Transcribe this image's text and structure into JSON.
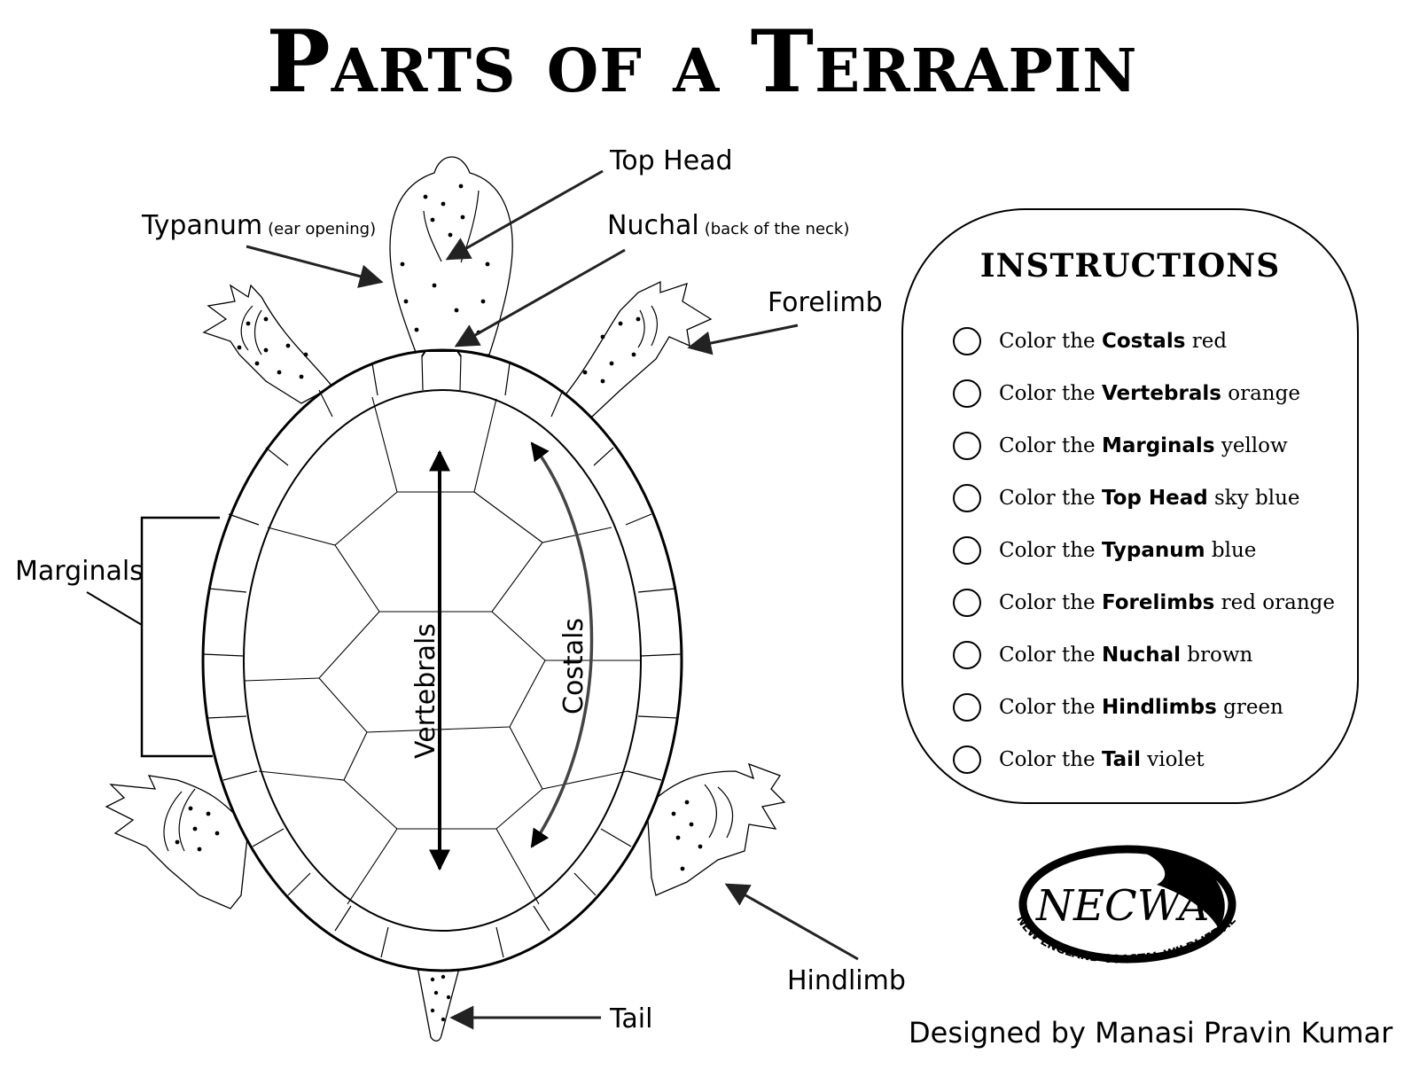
{
  "title": "Parts of a Terrapin",
  "labels": {
    "top_head": "Top Head",
    "typanum": "Typanum",
    "typanum_note": "(ear opening)",
    "nuchal": "Nuchal",
    "nuchal_note": "(back of the neck)",
    "forelimb": "Forelimb",
    "marginals": "Marginals",
    "vertebrals": "Vertebrals",
    "costals": "Costals",
    "hindlimb": "Hindlimb",
    "tail": "Tail"
  },
  "instructions": {
    "heading": "INSTRUCTIONS",
    "items": [
      {
        "prefix": "Color the",
        "part": "Costals",
        "color": "red"
      },
      {
        "prefix": "Color the",
        "part": "Vertebrals",
        "color": "orange"
      },
      {
        "prefix": "Color the",
        "part": "Marginals",
        "color": "yellow"
      },
      {
        "prefix": "Color the",
        "part": "Top Head",
        "color": "sky blue"
      },
      {
        "prefix": "Color the",
        "part": "Typanum",
        "color": "blue"
      },
      {
        "prefix": "Color the",
        "part": "Forelimbs",
        "color": "red orange"
      },
      {
        "prefix": "Color the",
        "part": "Nuchal",
        "color": "brown"
      },
      {
        "prefix": "Color the",
        "part": "Hindlimbs",
        "color": "green"
      },
      {
        "prefix": "Color the",
        "part": "Tail",
        "color": "violet"
      }
    ]
  },
  "logo": {
    "name": "NECWA",
    "tagline": "NEW ENGLAND COASTAL WILDLIFE ALLIANCE"
  },
  "credit": "Designed by Manasi Pravin Kumar"
}
